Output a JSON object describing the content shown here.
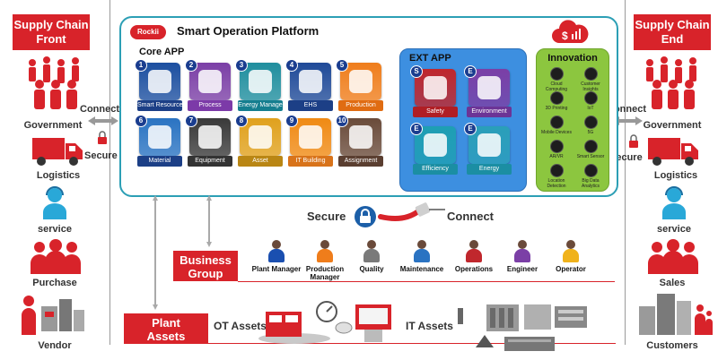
{
  "left_column": {
    "title": "Supply Chain\nFront",
    "items": [
      "Government",
      "Logistics",
      "service",
      "Purchase",
      "Vendor"
    ],
    "connect": "Connect",
    "secure": "Secure"
  },
  "right_column": {
    "title": "Supply Chain\nEnd",
    "items": [
      "Government",
      "Logistics",
      "service",
      "Sales",
      "Customers"
    ],
    "connect": "Connect",
    "secure": "Secure"
  },
  "platform": {
    "logo": "Rockii",
    "title": "Smart Operation Platform",
    "cloud_icon": "dollar-cloud-icon"
  },
  "core_app": {
    "title": "Core APP",
    "tiles": [
      {
        "num": "1",
        "label": "Smart Resource",
        "color": "#1c4fa0",
        "label_color": "#1c3f86"
      },
      {
        "num": "2",
        "label": "Process",
        "color": "#7b3fa6",
        "label_color": "#7c3aa8"
      },
      {
        "num": "3",
        "label": "Energy Manage",
        "color": "#1f8e9e",
        "label_color": "#157e8f"
      },
      {
        "num": "4",
        "label": "EHS",
        "color": "#1f4a98",
        "label_color": "#1c3f86"
      },
      {
        "num": "5",
        "label": "Production",
        "color": "#ef7d1b",
        "label_color": "#e06c12"
      },
      {
        "num": "6",
        "label": "Material",
        "color": "#2a73c2",
        "label_color": "#1c3f86"
      },
      {
        "num": "7",
        "label": "Equipment",
        "color": "#3a3a3a",
        "label_color": "#333333"
      },
      {
        "num": "8",
        "label": "Asset",
        "color": "#e0a11d",
        "label_color": "#b98614"
      },
      {
        "num": "9",
        "label": "IT Building",
        "color": "#f08a14",
        "label_color": "#d8731a"
      },
      {
        "num": "10",
        "label": "Assignment",
        "color": "#6a4b3a",
        "label_color": "#5a3e30"
      }
    ]
  },
  "ext_app": {
    "title": "EXT APP",
    "tiles": [
      {
        "num": "S",
        "label": "Safety",
        "color": "#c0272d",
        "label_color": "#b01e24"
      },
      {
        "num": "E",
        "label": "Environment",
        "color": "#7b3fa6",
        "label_color": "#6c3496"
      },
      {
        "num": "E",
        "label": "Efficiency",
        "color": "#1e9fb3",
        "label_color": "#1b8ea3"
      },
      {
        "num": "E",
        "label": "Energy",
        "color": "#2a9fb9",
        "label_color": "#1b8ea3"
      }
    ]
  },
  "innovation": {
    "title": "Innovation",
    "items": [
      "Cloud Computing",
      "Customer Insights",
      "3D Printing",
      "IoT",
      "Mobile Devices",
      "5G",
      "AR/VR",
      "Smart Sensor",
      "Location Detection",
      "Big Data Analytics"
    ]
  },
  "secure_connect": {
    "secure": "Secure",
    "connect": "Connect"
  },
  "business_group": {
    "title": "Business\nGroup",
    "people": [
      {
        "label": "Plant Manager",
        "color": "#1a4fb0"
      },
      {
        "label": "Production\nManager",
        "color": "#ef7d1b"
      },
      {
        "label": "Quality",
        "color": "#7a7a7a"
      },
      {
        "label": "Maintenance",
        "color": "#2a73c2"
      },
      {
        "label": "Operations",
        "color": "#c0272d"
      },
      {
        "label": "Engineer",
        "color": "#7b3fa6"
      },
      {
        "label": "Operator",
        "color": "#f0b21b"
      }
    ]
  },
  "plant_assets": {
    "title": "Plant\nAssets",
    "ot_label": "OT Assets",
    "it_label": "IT Assets"
  },
  "colors": {
    "brand_red": "#d8232a",
    "platform_border": "#2c9fb5",
    "core_bg": "#ffffff",
    "ext_bg": "#3d8fe0",
    "innovation_bg": "#8cc63f"
  }
}
